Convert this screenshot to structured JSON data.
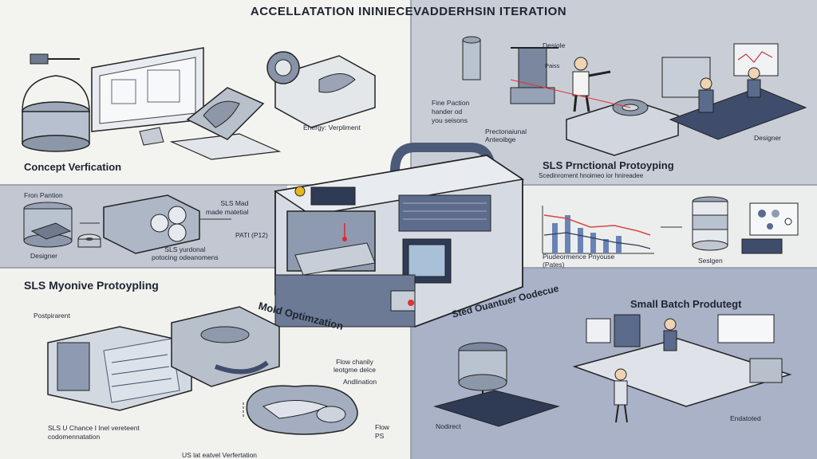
{
  "title": "ACCELLATATION ININIECEVADDERHSIN ITERATION",
  "sections": {
    "concept": "Concept Verfication",
    "sls_functional": "SLS Prnctional Protoyping",
    "sls_myonive": "SLS Myonive Protoypling",
    "mold_opt": "Mold Optimzation",
    "small_batch": "Small Batch Produtegt",
    "sted": "Sted Ouantuer Oodecue"
  },
  "labels": {
    "energy": "Energy: Verpliment",
    "desiole": "Desiole",
    "paiss": "Paiss",
    "fine": "Fine Paction\nhander od\nyou seisons",
    "prectional": "Prectonaiunal\nAnteoibge",
    "designer_top": "Designer",
    "sls_sub": "Scedinroment hnoimeo ior hnireadee",
    "fron": "Fron Pantion",
    "designer_mid": "Designer",
    "sls_mad": "SLS Mad\nmade matetial",
    "pati": "PATI (P12)",
    "sls_yurd": "SLS yurdonal\npotocing odeanomens",
    "chart_caption": "Piudeormence Pnyouse\n(Pates)",
    "seslgen": "Seslgen",
    "postpirarent": "Postpirarent",
    "flow_chanily": "Flow chanily\nleotgme delce",
    "andlination": "Andlination",
    "flow_ps": "Flow\nPS",
    "sls_u": "SLS U Chance I Inel vereteent\ncodomennatation",
    "us_verif": "US lat eatvel Verfertation",
    "nodirect": "Nodirect",
    "endatoted": "Endatoted"
  },
  "colors": {
    "panel_dark": "#c9ced6",
    "panel_blue": "#aab2c8",
    "machine_accent": "#4b5a78",
    "laser": "#e02828"
  }
}
